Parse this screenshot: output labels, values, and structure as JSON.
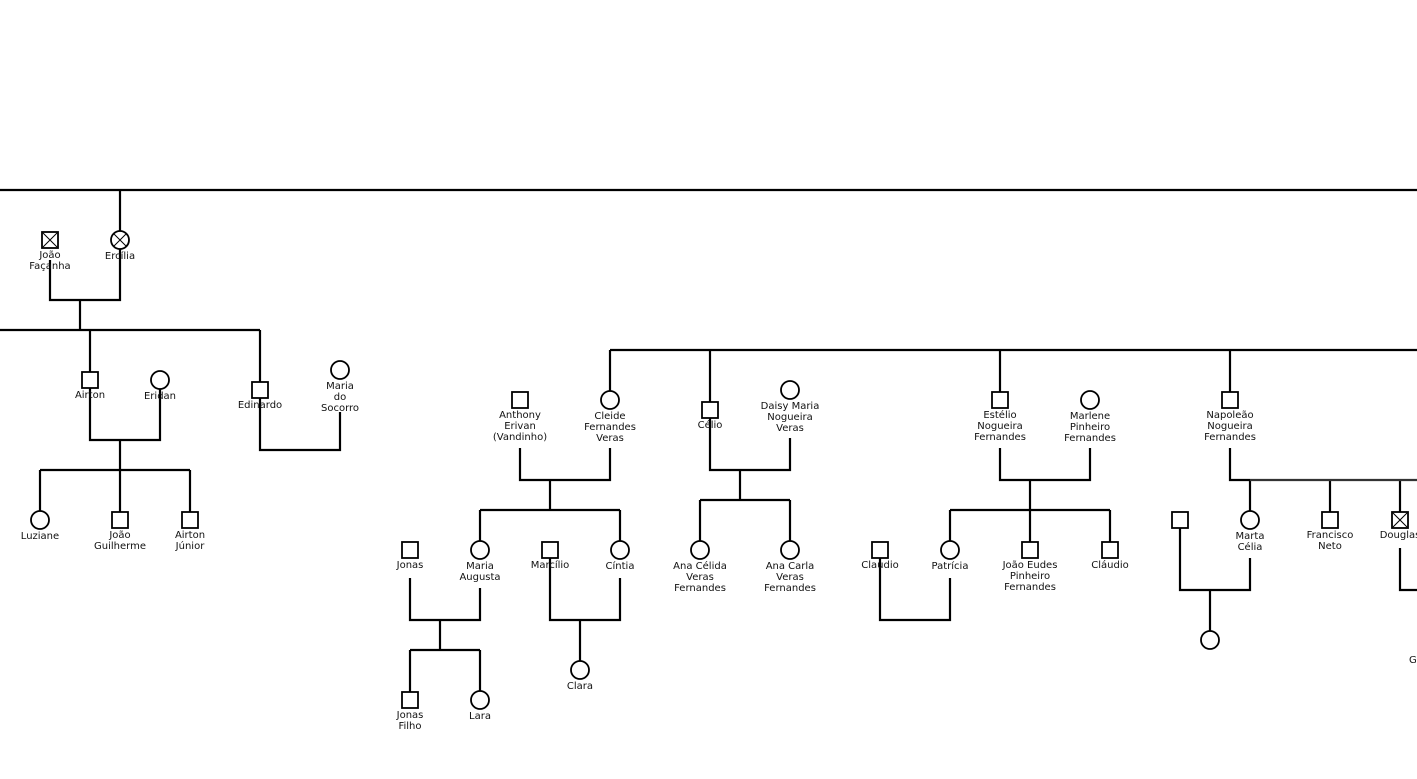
{
  "people": {
    "joao_facanha": {
      "name_lines": [
        "João",
        "Façanha"
      ],
      "sex": "male",
      "deceased": true
    },
    "ercilia": {
      "name_lines": [
        "Ercília"
      ],
      "sex": "female",
      "deceased": true
    },
    "airton": {
      "name_lines": [
        "Airton"
      ],
      "sex": "male"
    },
    "eridan": {
      "name_lines": [
        "Eridan"
      ],
      "sex": "female"
    },
    "edinardo": {
      "name_lines": [
        "Edinardo"
      ],
      "sex": "male"
    },
    "maria_do_socorro": {
      "name_lines": [
        "Maria",
        "do",
        "Socorro"
      ],
      "sex": "female"
    },
    "luziane": {
      "name_lines": [
        "Luziane"
      ],
      "sex": "female"
    },
    "joao_guilherme": {
      "name_lines": [
        "João",
        "Guilherme"
      ],
      "sex": "male"
    },
    "airton_junior": {
      "name_lines": [
        "Airton",
        "Júnior"
      ],
      "sex": "male"
    },
    "anthony": {
      "name_lines": [
        "Anthony",
        "Erivan",
        "(Vandinho)"
      ],
      "sex": "male"
    },
    "cleide": {
      "name_lines": [
        "Cleide",
        "Fernandes",
        "Veras"
      ],
      "sex": "female"
    },
    "celio": {
      "name_lines": [
        "Célio"
      ],
      "sex": "male"
    },
    "daisy": {
      "name_lines": [
        "Daisy Maria",
        "Nogueira",
        "Veras"
      ],
      "sex": "female"
    },
    "estelio": {
      "name_lines": [
        "Estélio",
        "Nogueira",
        "Fernandes"
      ],
      "sex": "male"
    },
    "marlene": {
      "name_lines": [
        "Marlene",
        "Pinheiro",
        "Fernandes"
      ],
      "sex": "female"
    },
    "napoleao": {
      "name_lines": [
        "Napoleão",
        "Nogueira",
        "Fernandes"
      ],
      "sex": "male"
    },
    "jonas": {
      "name_lines": [
        "Jonas"
      ],
      "sex": "male"
    },
    "maria_augusta": {
      "name_lines": [
        "Maria",
        "Augusta"
      ],
      "sex": "female"
    },
    "marcilio": {
      "name_lines": [
        "Marcílio"
      ],
      "sex": "male"
    },
    "cintia": {
      "name_lines": [
        "Cíntia"
      ],
      "sex": "female"
    },
    "ana_celida": {
      "name_lines": [
        "Ana Célida",
        "Veras",
        "Fernandes"
      ],
      "sex": "female"
    },
    "ana_carla": {
      "name_lines": [
        "Ana Carla",
        "Veras",
        "Fernandes"
      ],
      "sex": "female"
    },
    "claudio1": {
      "name_lines": [
        "Claudio"
      ],
      "sex": "male"
    },
    "patricia": {
      "name_lines": [
        "Patrícia"
      ],
      "sex": "female"
    },
    "joao_eudes": {
      "name_lines": [
        "João Eudes",
        "Pinheiro",
        "Fernandes"
      ],
      "sex": "male"
    },
    "claudio2": {
      "name_lines": [
        "Cláudio"
      ],
      "sex": "male"
    },
    "unnamed_male": {
      "name_lines": [],
      "sex": "male"
    },
    "marta_celia": {
      "name_lines": [
        "Marta",
        "Célia"
      ],
      "sex": "female"
    },
    "francisco_neto": {
      "name_lines": [
        "Francisco",
        "Neto"
      ],
      "sex": "male"
    },
    "douglas": {
      "name_lines": [
        "Douglas"
      ],
      "sex": "male",
      "deceased": true
    },
    "jonas_filho": {
      "name_lines": [
        "Jonas",
        "Filho"
      ],
      "sex": "male"
    },
    "lara": {
      "name_lines": [
        "Lara"
      ],
      "sex": "female"
    },
    "clara": {
      "name_lines": [
        "Clara"
      ],
      "sex": "female"
    },
    "unnamed_female": {
      "name_lines": [],
      "sex": "female"
    }
  },
  "cut_off_label": "G",
  "colors": {
    "line": "#000000",
    "node_fill": "#ffffff",
    "text": "#111111"
  }
}
